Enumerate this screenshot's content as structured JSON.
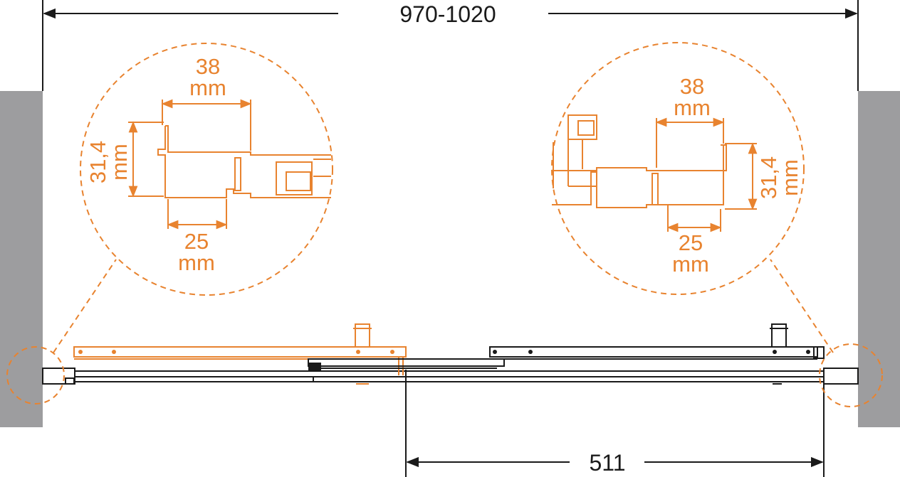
{
  "colors": {
    "accent": "#e8832f",
    "line": "#1a1a1a",
    "wall": "#9d9d9f"
  },
  "dimensions": {
    "total_width": "970-1020",
    "passage_width": "511"
  },
  "detail_left": {
    "top_value": "38",
    "top_unit": "mm",
    "side_value": "31,4",
    "side_unit": "mm",
    "bottom_value": "25",
    "bottom_unit": "mm"
  },
  "detail_right": {
    "top_value": "38",
    "top_unit": "mm",
    "side_value": "31,4",
    "side_unit": "mm",
    "bottom_value": "25",
    "bottom_unit": "mm"
  }
}
